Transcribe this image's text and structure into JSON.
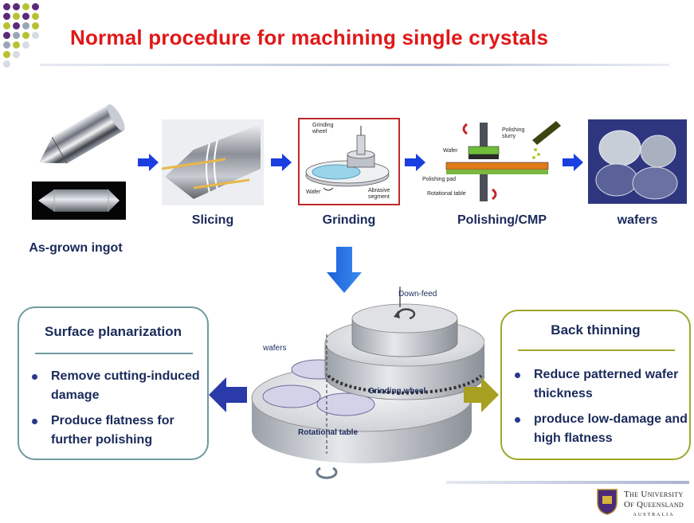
{
  "title": "Normal procedure for machining single crystals",
  "steps": {
    "ingot": "As-grown ingot",
    "slicing": "Slicing",
    "grinding": "Grinding",
    "polishing": "Polishing/CMP",
    "wafers": "wafers"
  },
  "grinding_inset": {
    "wheel": "Grinding wheel",
    "wafer": "Wafer",
    "segment": "Abrasive segment"
  },
  "polishing_inset": {
    "slurry": "Polishing slurry",
    "wafer": "Wafer",
    "pad": "Polishing pad",
    "table": "Rotational table"
  },
  "machine": {
    "downfeed": "Down-feed",
    "wafers": "wafers",
    "grinding_wheel": "Grinding wheel",
    "rotational_table": "Rotational table"
  },
  "left_panel": {
    "heading": "Surface planarization",
    "bullets": [
      "Remove cutting-induced damage",
      "Produce flatness for further polishing"
    ]
  },
  "right_panel": {
    "heading": "Back thinning",
    "bullets": [
      "Reduce patterned wafer thickness",
      "produce low-damage and high flatness"
    ]
  },
  "footer": {
    "line1": "The University",
    "line2": "Of Queensland",
    "line3": "AUSTRALIA"
  },
  "colors": {
    "title": "#e01818",
    "text": "#1a2a5a",
    "flow_arrow": "#1a3ee0",
    "left_panel_border": "#6e9ba0",
    "right_panel_border": "#9ea82a",
    "left_arrow": "#2a3aa8",
    "right_arrow": "#a8a020"
  }
}
